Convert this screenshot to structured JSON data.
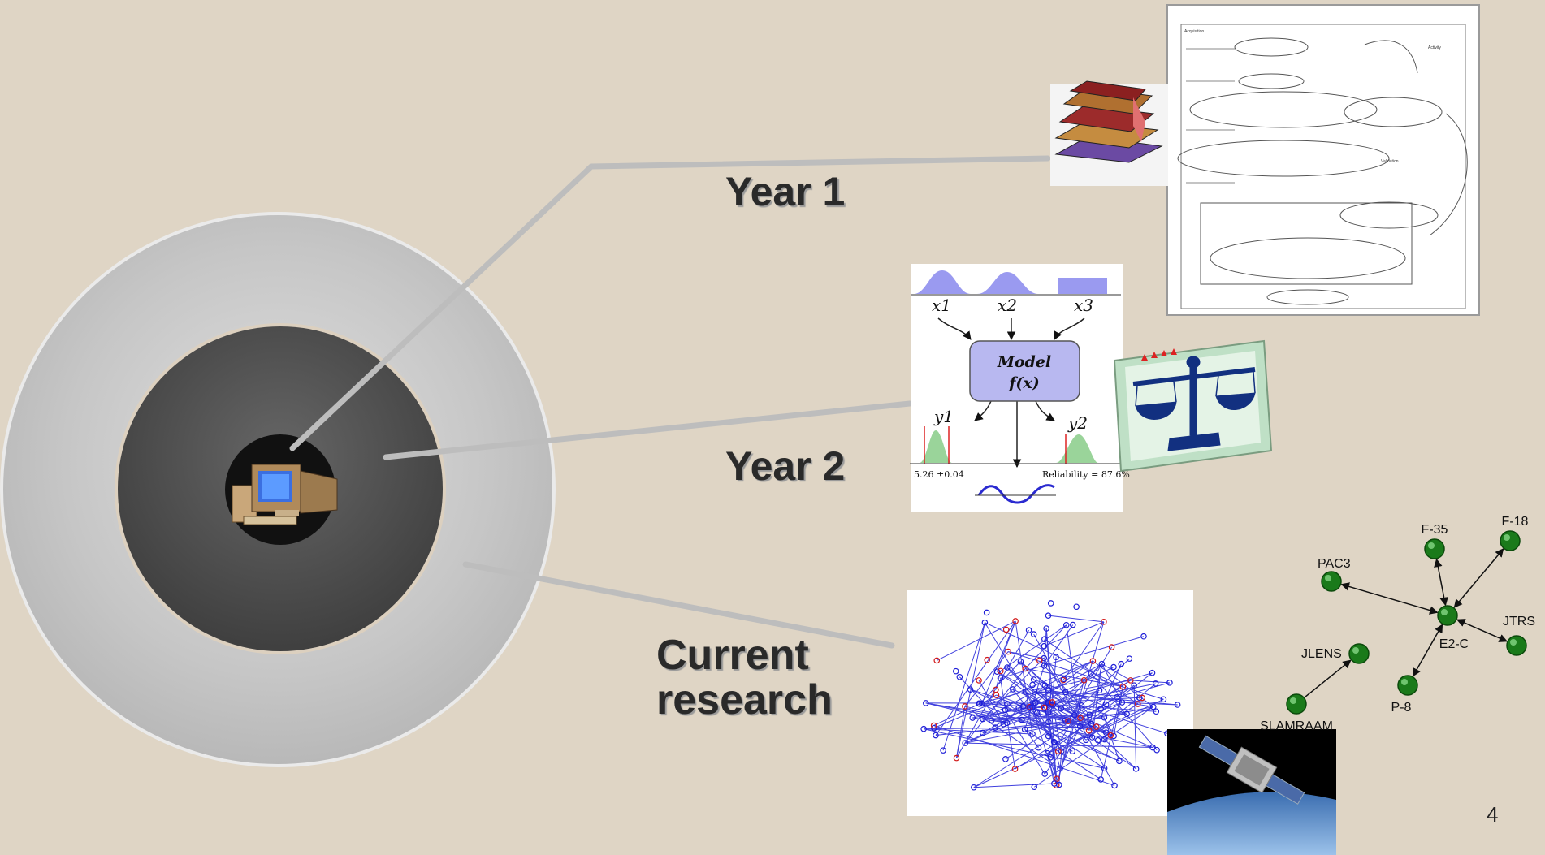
{
  "labels": {
    "year1": "Year 1",
    "year2": "Year 2",
    "current_line1": "Current",
    "current_line2": "research"
  },
  "page_number": "4",
  "model_figure": {
    "inputs": [
      "x1",
      "x2",
      "x3"
    ],
    "model_title": "Model",
    "model_func": "f(x)",
    "outputs": [
      "y1",
      "y2"
    ],
    "y1_caption": "5.26 ±0.04",
    "y2_caption": "Reliability = 87.6%"
  },
  "network": {
    "nodes": [
      {
        "id": "F-35",
        "label": "F-35"
      },
      {
        "id": "F-18",
        "label": "F-18"
      },
      {
        "id": "PAC3",
        "label": "PAC3"
      },
      {
        "id": "JTRS",
        "label": "JTRS"
      },
      {
        "id": "E2-C",
        "label": "E2-C"
      },
      {
        "id": "JLENS",
        "label": "JLENS"
      },
      {
        "id": "P-8",
        "label": "P-8"
      },
      {
        "id": "SLAMRAAM",
        "label": "SLAMRAAM"
      }
    ],
    "edges": [
      [
        "E2-C",
        "F-35"
      ],
      [
        "E2-C",
        "F-18"
      ],
      [
        "E2-C",
        "PAC3"
      ],
      [
        "E2-C",
        "JTRS"
      ],
      [
        "E2-C",
        "P-8"
      ],
      [
        "SLAMRAAM",
        "JLENS"
      ]
    ]
  },
  "colors": {
    "background": "#dfd5c5",
    "outer_ring": "#c8c8c8",
    "inner_ring": "#555555",
    "node_green": "#1a7a1a",
    "graph_blue": "#1f1fd8",
    "graph_red": "#d21a1a",
    "model_box": "#b8b8f0"
  },
  "icons": {
    "center": "computer-icon",
    "year1_image": "books-icon",
    "year1_doc": "flowchart-document-icon",
    "year2_scale": "balance-scale-icon",
    "current_satellite": "satellite-icon"
  }
}
